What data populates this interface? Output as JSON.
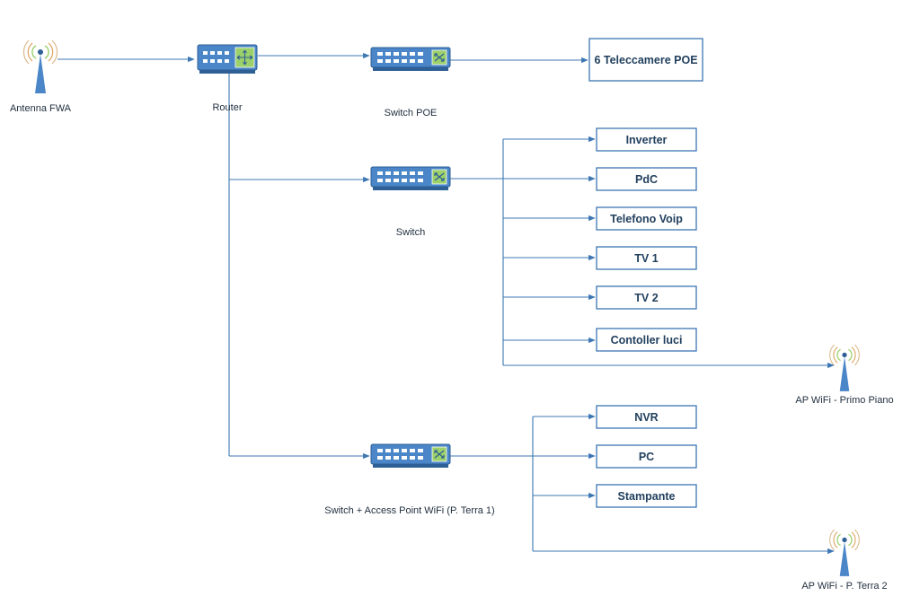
{
  "colors": {
    "line": "#3d77b3",
    "device": "#4a86c8",
    "device_dark": "#2e5f95",
    "port_accent": "#9bd06b",
    "text": "#1f2d3d"
  },
  "nodes": {
    "antenna_fwa": {
      "label": "Antenna FWA",
      "icon": "antenna-icon"
    },
    "router": {
      "label": "Router",
      "icon": "router-icon"
    },
    "switch_poe": {
      "label": "Switch POE",
      "icon": "switch-icon"
    },
    "switch": {
      "label": "Switch",
      "icon": "switch-icon"
    },
    "switch_ap": {
      "label": "Switch + Access Point WiFi (P. Terra 1)",
      "icon": "switch-icon"
    },
    "ap_primo_piano": {
      "label": "AP WiFi - Primo Piano",
      "icon": "antenna-icon"
    },
    "ap_terra2": {
      "label": "AP WiFi - P. Terra 2",
      "icon": "antenna-icon"
    }
  },
  "boxes": {
    "cameras": "6 Teleccamere POE",
    "inverter": "Inverter",
    "pdc": "PdC",
    "telefono": "Telefono Voip",
    "tv1": "TV 1",
    "tv2": "TV 2",
    "luci": "Contoller luci",
    "nvr": "NVR",
    "pc": "PC",
    "stampante": "Stampante"
  }
}
